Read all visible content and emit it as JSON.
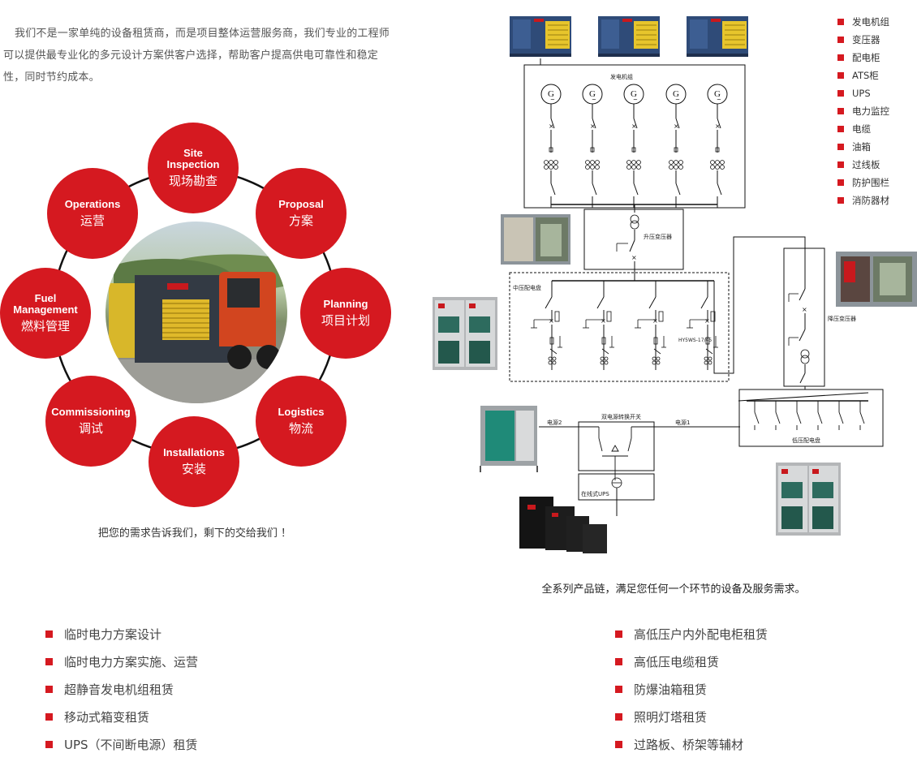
{
  "intro": "我们不是一家单纯的设备租赁商，而是项目整体运营服务商，我们专业的工程师可以提供最专业化的多元设计方案供客户选择，帮助客户提高供电可靠性和稳定性，同时节约成本。",
  "ring": {
    "nodes": [
      {
        "en": "Site\nInspection",
        "zh": "现场勘查"
      },
      {
        "en": "Proposal",
        "zh": "方案"
      },
      {
        "en": "Planning",
        "zh": "项目计划"
      },
      {
        "en": "Logistics",
        "zh": "物流"
      },
      {
        "en": "Installations",
        "zh": "安装"
      },
      {
        "en": "Commissioning",
        "zh": "调试"
      },
      {
        "en": "Fuel\nManagement",
        "zh": "燃料管理"
      },
      {
        "en": "Operations",
        "zh": "运营"
      }
    ],
    "accent": "#d51920"
  },
  "tagline": "把您的需求告诉我们，剩下的交给我们 ！",
  "diagram": {
    "labels": {
      "genset_group": "发电机组",
      "step_up": "升压变压器",
      "mv_panel": "中压配电盘",
      "step_down": "降压变压器",
      "arrester": "HY5WS-17/45",
      "lv_panel": "低压配电盘",
      "ats": "双电源转换开关",
      "source2": "电源2",
      "source1": "电源1",
      "ups": "在线式UPS"
    },
    "legend": [
      "发电机组",
      "变压器",
      "配电柜",
      "ATS柜",
      "UPS",
      "电力监控",
      "电缆",
      "油箱",
      "过线板",
      "防护围栏",
      "消防器材"
    ],
    "caption": "全系列产品链，满足您任何一个环节的设备及服务需求。"
  },
  "services_left": [
    "临时电力方案设计",
    "临时电力方案实施、运营",
    "超静音发电机组租赁",
    "移动式箱变租赁",
    "UPS（不间断电源）租赁"
  ],
  "services_right": [
    "高低压户内外配电柜租赁",
    "高低压电缆租赁",
    "防爆油箱租赁",
    "照明灯塔租赁",
    "过路板、桥架等辅材"
  ]
}
